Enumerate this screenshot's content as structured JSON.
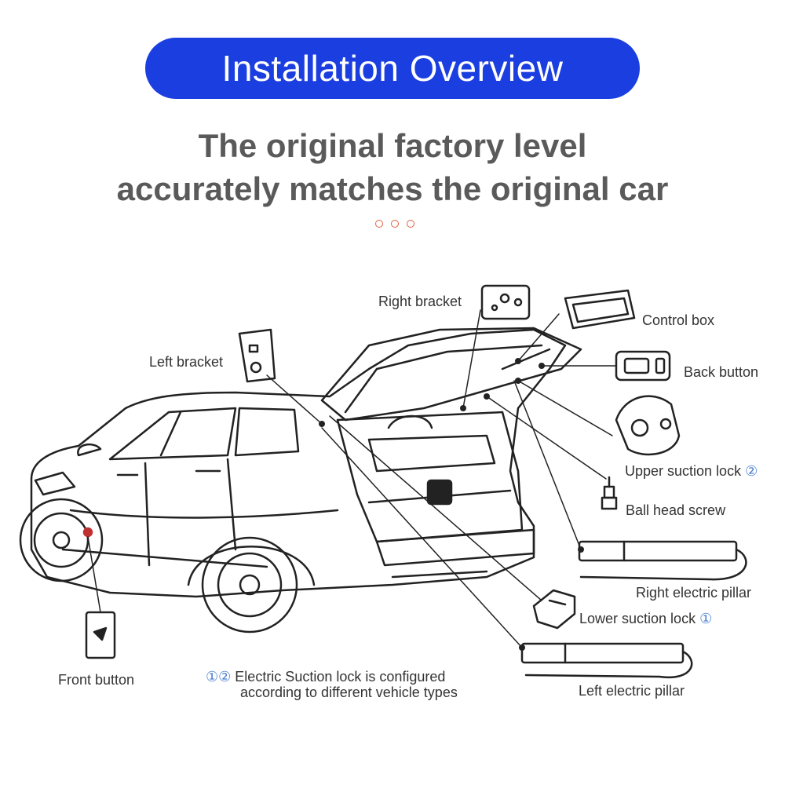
{
  "header": {
    "title": "Installation Overview",
    "subtitle_line1": "The original factory level",
    "subtitle_line2": "accurately matches the original car",
    "accent_color": "#1a3ee0"
  },
  "labels": {
    "right_bracket": "Right bracket",
    "control_box": "Control box",
    "left_bracket": "Left bracket",
    "back_button": "Back button",
    "upper_suction_lock": "Upper suction lock",
    "upper_suction_num": "②",
    "ball_head_screw": "Ball head screw",
    "right_electric_pillar": "Right electric pillar",
    "lower_suction_lock": "Lower suction lock",
    "lower_suction_num": "①",
    "front_button": "Front button",
    "left_electric_pillar": "Left electric pillar"
  },
  "note": {
    "marker": "①②",
    "line1": "Electric Suction lock is configured",
    "line2": "according to different vehicle types"
  }
}
